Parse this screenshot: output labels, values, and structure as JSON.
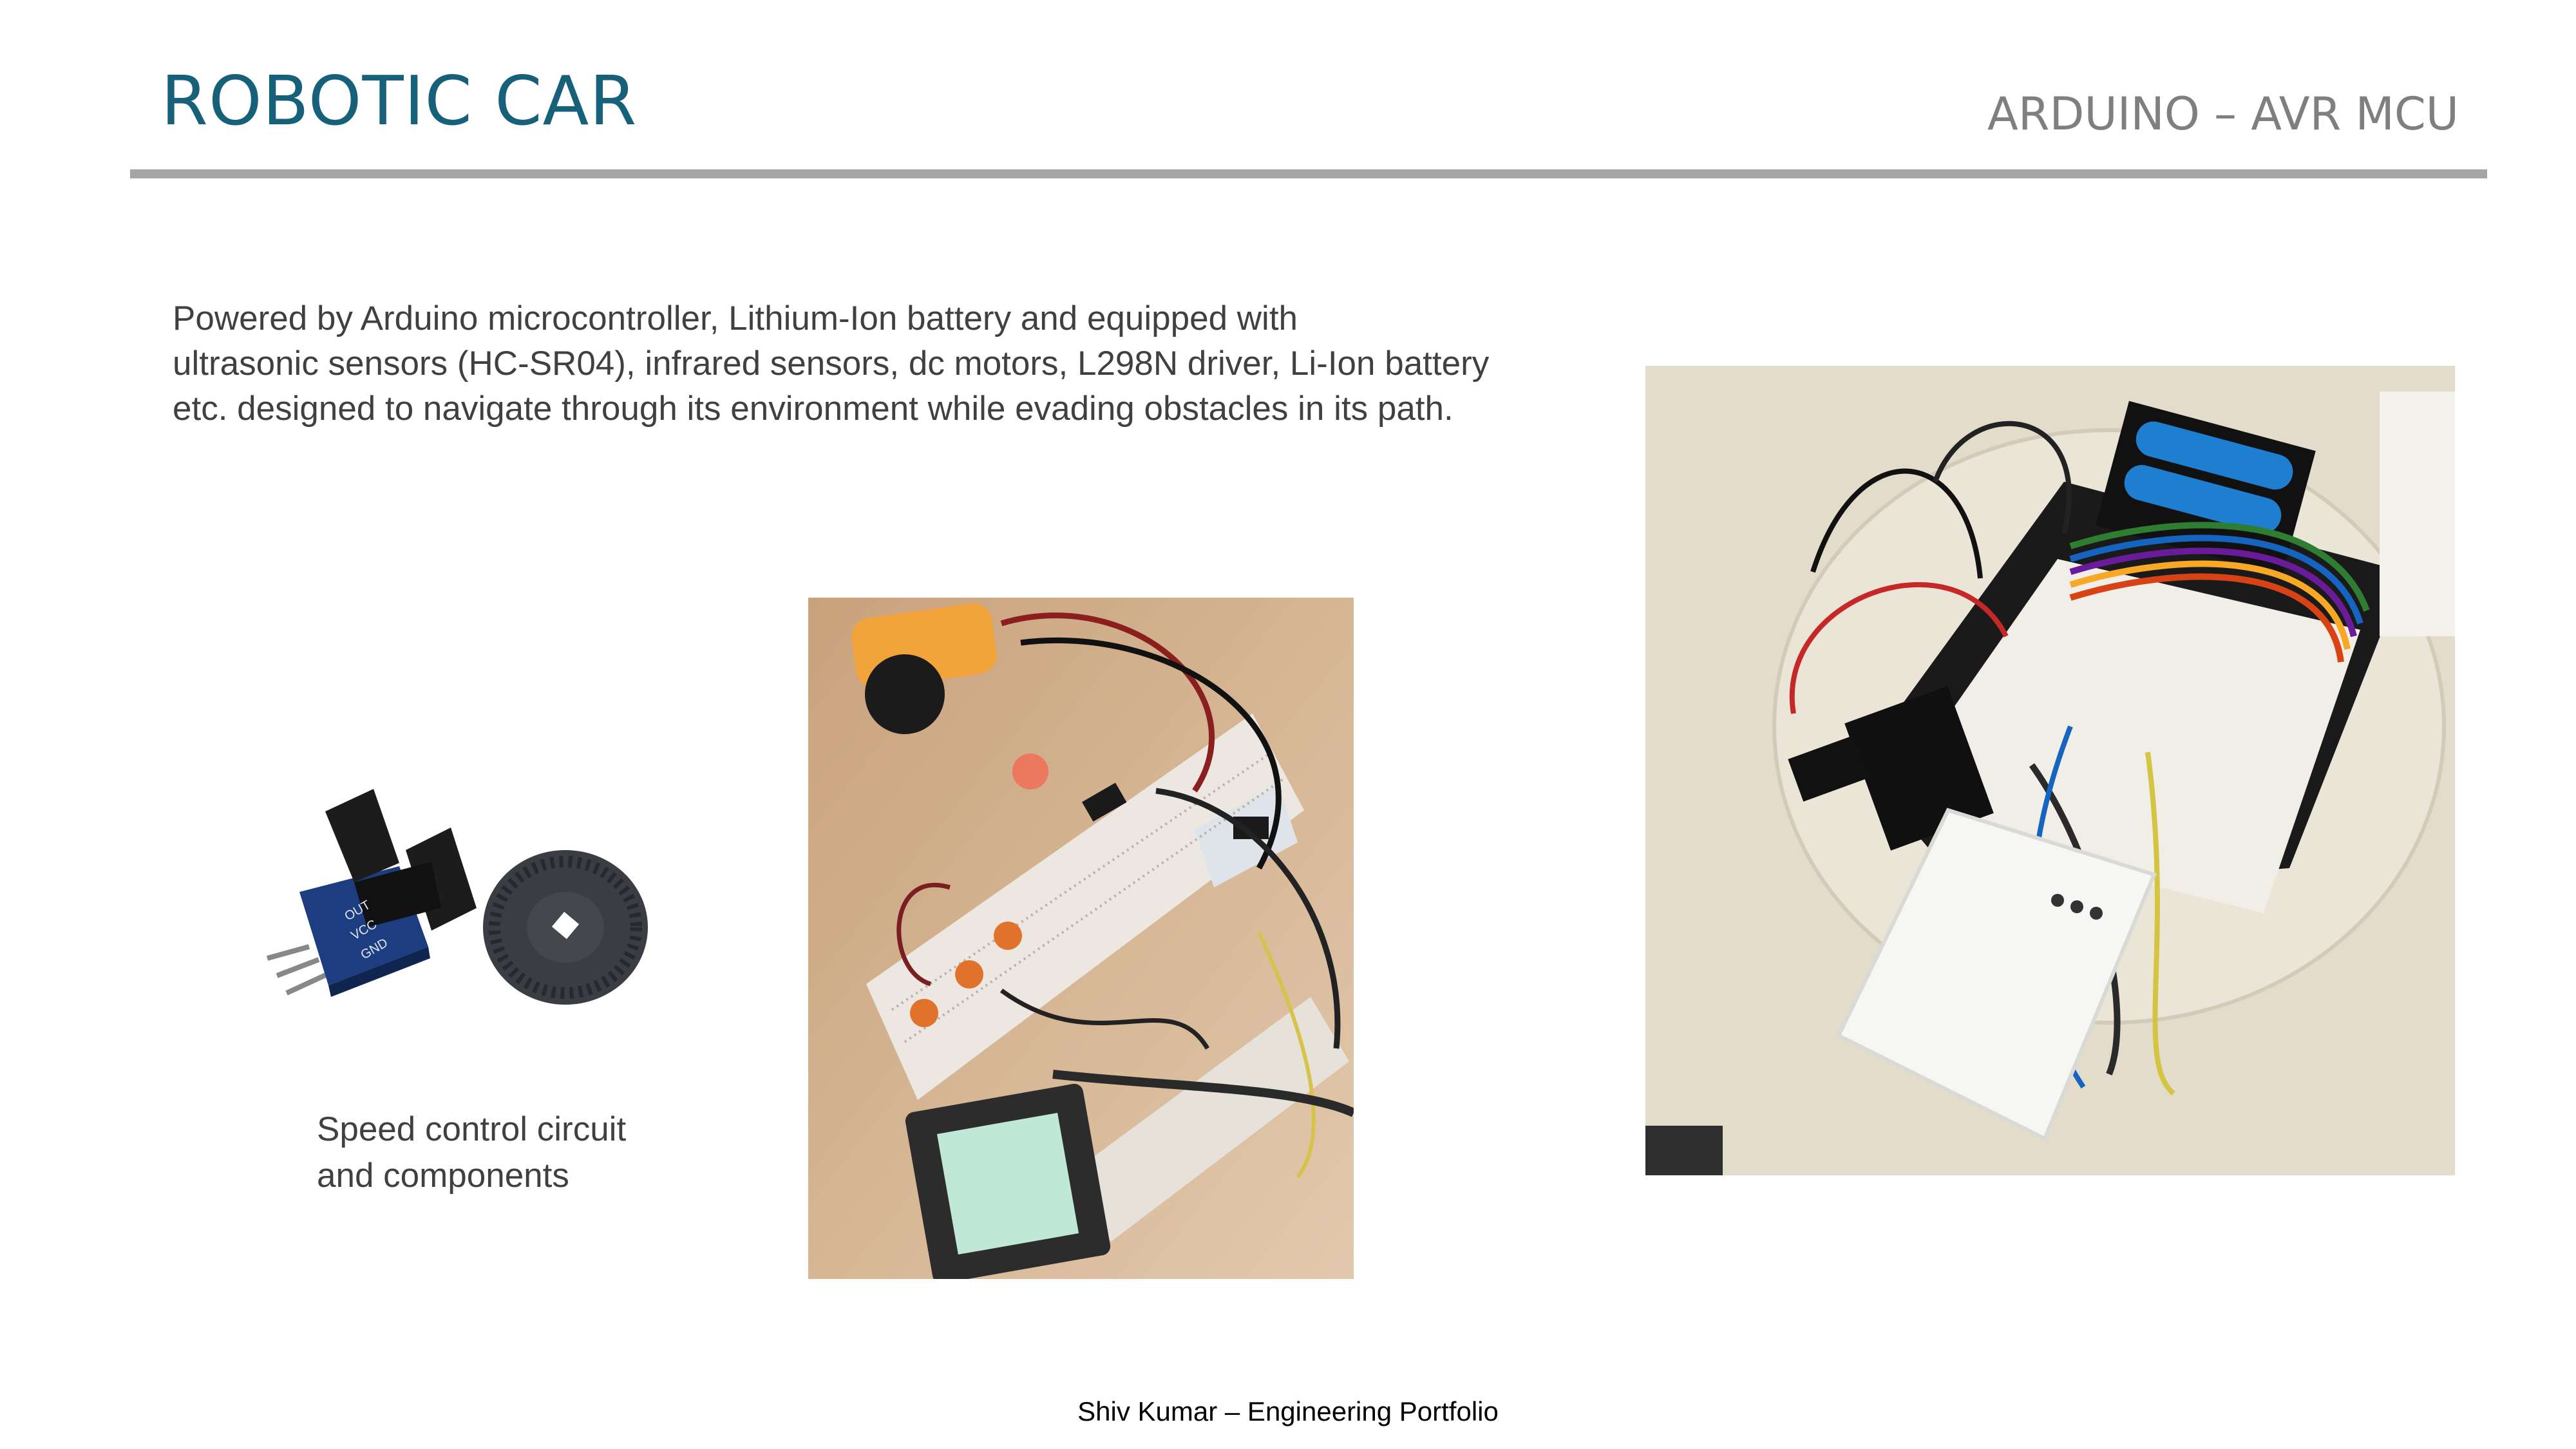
{
  "slide": {
    "title": "ROBOTIC CAR",
    "subtitle": "ARDUINO – AVR MCU",
    "description_lines": [
      "Powered by Arduino microcontroller, Lithium-Ion battery and equipped with",
      "ultrasonic sensors (HC-SR04), infrared sensors, dc motors, L298N driver, Li-Ion  battery",
      "etc. designed to navigate through its environment while evading obstacles in its path."
    ],
    "caption_lines": [
      "Speed control circuit",
      "and components"
    ],
    "footer": "Shiv Kumar – Engineering Portfolio"
  },
  "images": {
    "sensor": {
      "component_labels": [
        "OUT",
        "VCC",
        "GND"
      ]
    }
  },
  "colors": {
    "title": "#17607a",
    "subtitle": "#7f7f7f",
    "rule": "#a6a6a6",
    "body_text": "#404040"
  }
}
